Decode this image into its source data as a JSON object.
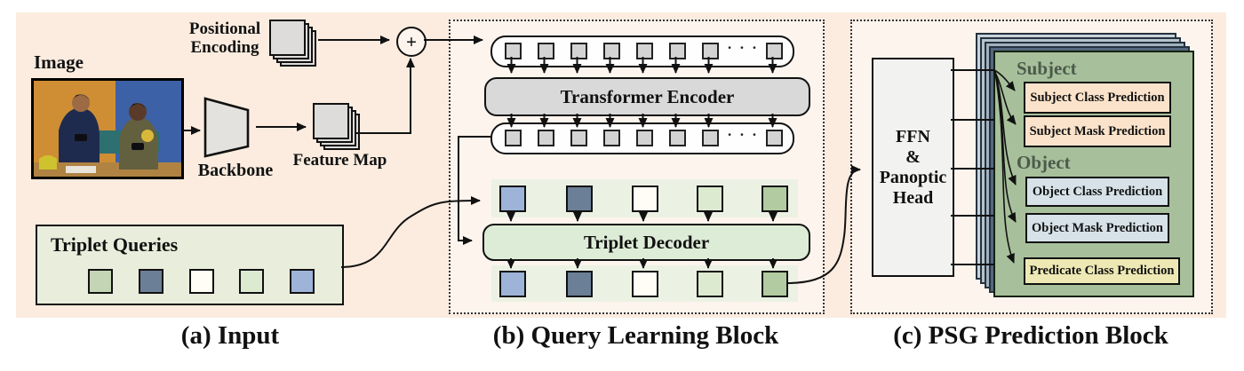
{
  "figure": {
    "captions": {
      "input": "(a) Input",
      "query_learning": "(b) Query Learning Block",
      "psg_prediction": "(c) PSG Prediction Block"
    }
  },
  "input_block": {
    "image_label": "Image",
    "positional_encoding_label": "Positional Encoding",
    "backbone_label": "Backbone",
    "feature_map_label": "Feature Map",
    "plus_symbol": "+",
    "triplet_queries_title": "Triplet Queries",
    "query_colors": [
      "#c3d5b5",
      "#6b7f96",
      "#fffdf6",
      "#dcead0",
      "#9db3d8"
    ]
  },
  "query_learning_block": {
    "transformer_encoder_label": "Transformer Encoder",
    "triplet_decoder_label": "Triplet Decoder",
    "ellipsis": "· · ·",
    "decoder_query_colors": [
      "#9db3d8",
      "#6b7f96",
      "#fffdf6",
      "#dcead0",
      "#b2cba1"
    ]
  },
  "psg_prediction_block": {
    "ffn_lines": [
      "FFN",
      "&",
      "Panoptic",
      "Head"
    ],
    "subject_heading": "Subject",
    "object_heading": "Object",
    "predictions": [
      {
        "label": "Subject Class Prediction",
        "fill": "#fbe3cb"
      },
      {
        "label": "Subject Mask Prediction",
        "fill": "#fbe3cb"
      },
      {
        "label": "Object Class Prediction",
        "fill": "#d6e2e8"
      },
      {
        "label": "Object Mask Prediction",
        "fill": "#d6e2e8"
      },
      {
        "label": "Predicate Class Prediction",
        "fill": "#eee9b4"
      }
    ]
  },
  "colors": {
    "canvas_peach": "#fbecdf",
    "block_fill": "#fdf4ed",
    "token_gray": "#d3d3d3",
    "encoder_fill": "#d9d9d9",
    "decoder_fill": "#ddecd6",
    "queries_box_fill": "#e9eddc",
    "panel_green": "#a7c09b",
    "heading_green": "#4c5a4b",
    "sheet_slate_dark": "#54687c",
    "sheet_slate_light": "#b7c3cc"
  }
}
